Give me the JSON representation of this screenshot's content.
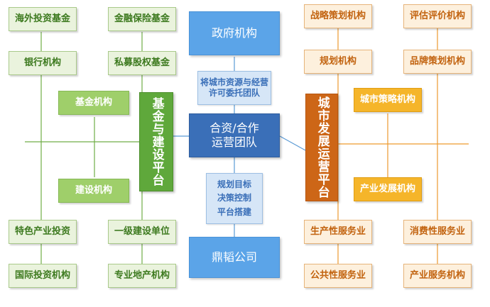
{
  "left": {
    "top_items": [
      "海外投资基金",
      "金融保险基金",
      "银行机构",
      "私募股权基金"
    ],
    "hub_fund": "基金机构",
    "platform": "基金与建设平台",
    "hub_build": "建设机构",
    "bottom_items": [
      "特色产业投资",
      "一级建设单位",
      "国际投资机构",
      "专业地产机构"
    ]
  },
  "center": {
    "government": "政府机构",
    "mandate": "将城市资源与经营\n许可委托团队",
    "jv_team": "合资/合作\n运营团队",
    "functions": "规划目标\n决策控制\n平台搭建",
    "company": "鼎韬公司"
  },
  "right": {
    "top_items": [
      "战略策划机构",
      "评估评价机构",
      "规划机构",
      "品牌策划机构"
    ],
    "hub_strategy": "城市策略机构",
    "platform": "城市发展运营平台",
    "hub_industry": "产业发展机构",
    "bottom_items": [
      "生产性服务业",
      "消费性服务业",
      "公共性服务业",
      "产业服务机构"
    ]
  },
  "colors": {
    "green_line": "#70ad47",
    "orange_line": "#ed9a2f",
    "blue_line": "#5b9bd5"
  }
}
